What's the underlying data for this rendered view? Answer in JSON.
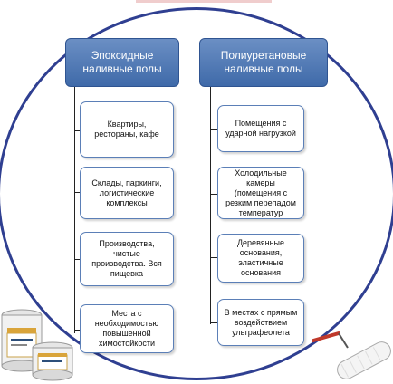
{
  "left_column": {
    "title": "Эпоксидные наливные полы",
    "items": [
      "Квартиры, рестораны, кафе",
      "Склады, паркинги, логистические комплексы",
      "Производства, чистые производства. Вся пищевка",
      "Места с необходимостью повышенной химостойкости"
    ]
  },
  "right_column": {
    "title": "Полиуретановые наливные полы",
    "items": [
      "Помещения с ударной нагрузкой",
      "Холодильные камеры (помещения с резким перепадом температур",
      "Деревянные основания, эластичные основания",
      "В местах с прямым воздействием ультрафеолета"
    ]
  },
  "icons": [
    "paint-buckets-icon",
    "paint-roller-icon"
  ],
  "colors": {
    "header": "#4a74b2",
    "circle": "#2f3f91",
    "card_border": "#5b7fb7"
  }
}
